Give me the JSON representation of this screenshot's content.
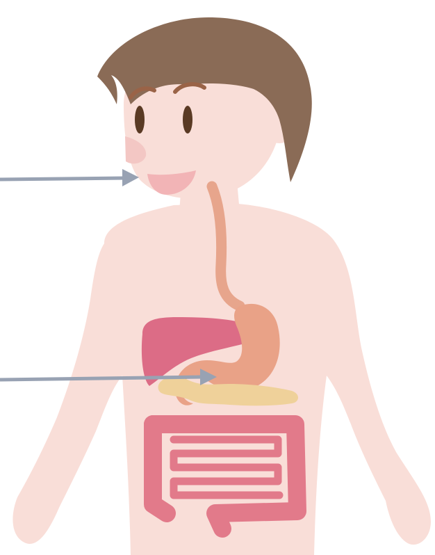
{
  "colors": {
    "background": "#ffffff",
    "skin": "#f9ded8",
    "hair": "#8a6b56",
    "eye": "#5a3a24",
    "eyebrow": "#9a6347",
    "mouth": "#f2b4b6",
    "nose_blush": "#f3c7c4",
    "esophagus": "#e7a58c",
    "stomach": "#e9a287",
    "liver": "#dc6c86",
    "pancreas": "#efd19a",
    "intestine": "#e27a8a",
    "arrow": "#98a2b3"
  },
  "figure": {
    "parts": [
      "head",
      "hair",
      "eyes",
      "eyebrows",
      "mouth",
      "body",
      "esophagus",
      "stomach",
      "liver",
      "pancreas",
      "large-intestine",
      "small-intestine"
    ]
  },
  "arrows": [
    {
      "points_to": "mouth",
      "color": "#98a2b3"
    },
    {
      "points_to": "stomach",
      "color": "#98a2b3"
    }
  ]
}
